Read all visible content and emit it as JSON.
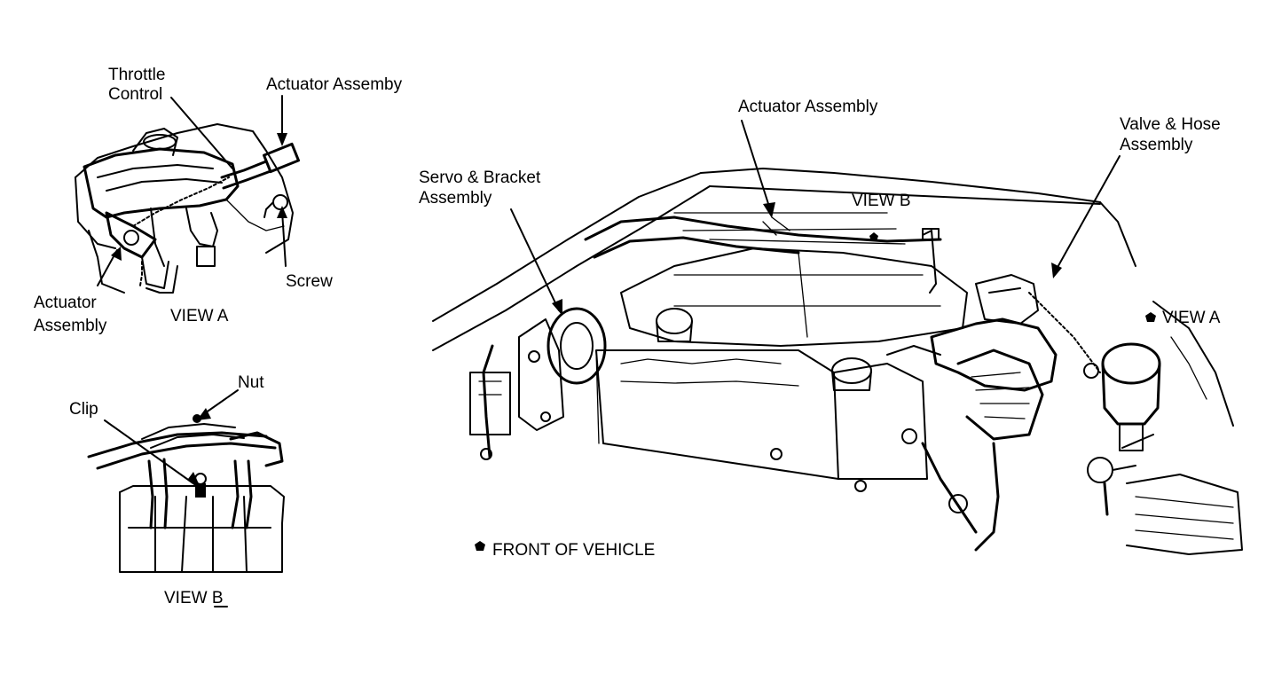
{
  "view_a": {
    "throttle_control": [
      "Throttle",
      "Control"
    ],
    "actuator_top": "Actuator Assemby",
    "actuator_bottom": [
      "Actuator",
      "Assembly"
    ],
    "screw": "Screw",
    "caption": "VIEW A"
  },
  "view_b": {
    "nut": "Nut",
    "clip": "Clip",
    "caption": "VIEW B"
  },
  "main": {
    "actuator": "Actuator Assembly",
    "valve_hose": [
      "Valve & Hose",
      "Assembly"
    ],
    "servo_bracket": [
      "Servo & Bracket",
      "Assembly"
    ],
    "view_b_marker": "VIEW B",
    "view_a_marker": "VIEW A",
    "legend_text": "FRONT OF VEHICLE"
  },
  "icons": {
    "front_marker": "pentagon-marker-icon"
  }
}
